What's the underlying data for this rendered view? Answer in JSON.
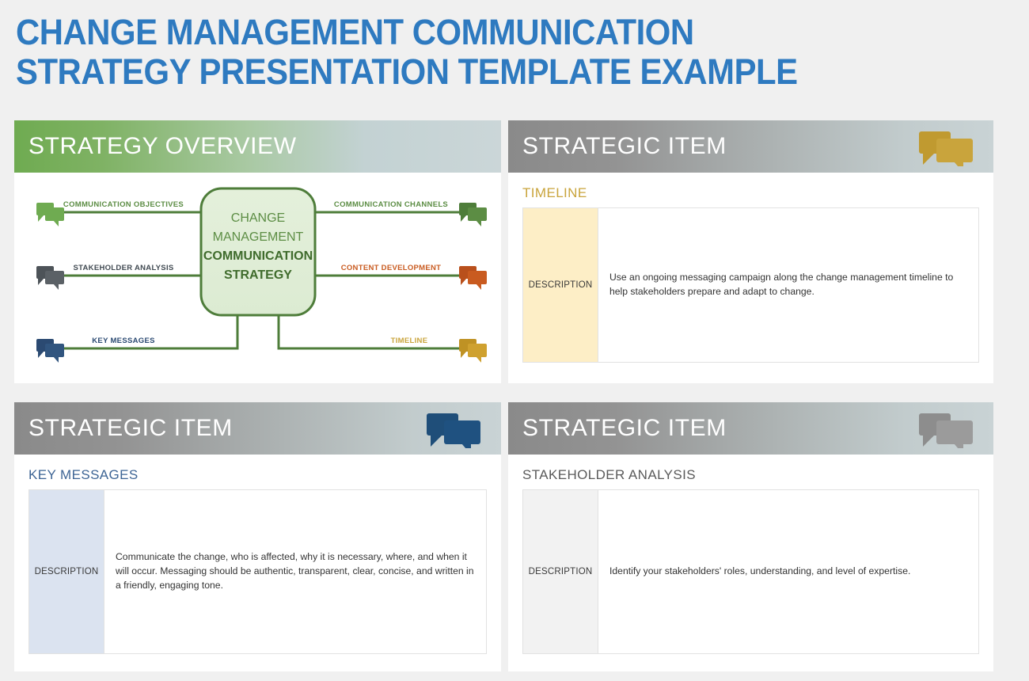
{
  "title": "CHANGE MANAGEMENT COMMUNICATION\nSTRATEGY PRESENTATION TEMPLATE EXAMPLE",
  "colors": {
    "title_blue": "#2e7ac0",
    "green": "#6fab51",
    "diagram_green": "#4e7d3a",
    "gold": "#c9a43c",
    "blue": "#3e6595",
    "orange": "#c95b20",
    "gray": "#5a5a5a",
    "page_bg": "#f0f0f0"
  },
  "panels": {
    "overview": {
      "header_title": "STRATEGY OVERVIEW",
      "header_style": "green-gradient",
      "diagram": {
        "center": {
          "line1": "CHANGE",
          "line2": "MANAGEMENT",
          "line3": "COMMUNICATION",
          "line4": "STRATEGY"
        },
        "branches_left": [
          {
            "label": "COMMUNICATION OBJECTIVES",
            "color": "#6fab51",
            "icon": "speech-bubbles-icon"
          },
          {
            "label": "STAKEHOLDER ANALYSIS",
            "color": "#4d5358",
            "icon": "speech-bubbles-icon"
          },
          {
            "label": "KEY MESSAGES",
            "color": "#2b4a72",
            "icon": "speech-bubbles-icon"
          }
        ],
        "branches_right": [
          {
            "label": "COMMUNICATION CHANNELS",
            "color": "#4e7d3a",
            "icon": "speech-bubbles-icon"
          },
          {
            "label": "CONTENT DEVELOPMENT",
            "color": "#c95b20",
            "icon": "speech-bubbles-icon"
          },
          {
            "label": "TIMELINE",
            "color": "#c9a43c",
            "icon": "speech-bubbles-icon"
          }
        ]
      }
    },
    "timeline": {
      "header_title": "STRATEGIC ITEM",
      "header_icon": "speech-bubbles-icon",
      "header_icon_color": "#c09a30",
      "section_label": "TIMELINE",
      "row_label": "DESCRIPTION",
      "row_text": "Use an ongoing messaging campaign along the change management timeline to help stakeholders prepare and adapt to change."
    },
    "key_messages": {
      "header_title": "STRATEGIC ITEM",
      "header_icon": "speech-bubbles-icon",
      "header_icon_color": "#1f4e79",
      "section_label": "KEY MESSAGES",
      "row_label": "DESCRIPTION",
      "row_text": "Communicate the change, who is affected, why it is necessary, where, and when it will occur. Messaging should be authentic, transparent, clear, concise, and written in a friendly, engaging tone."
    },
    "stakeholder": {
      "header_title": "STRATEGIC ITEM",
      "header_icon": "speech-bubbles-icon",
      "header_icon_color": "#8d8d8d",
      "section_label": "STAKEHOLDER ANALYSIS",
      "row_label": "DESCRIPTION",
      "row_text": "Identify your stakeholders' roles, understanding, and level of expertise."
    }
  }
}
